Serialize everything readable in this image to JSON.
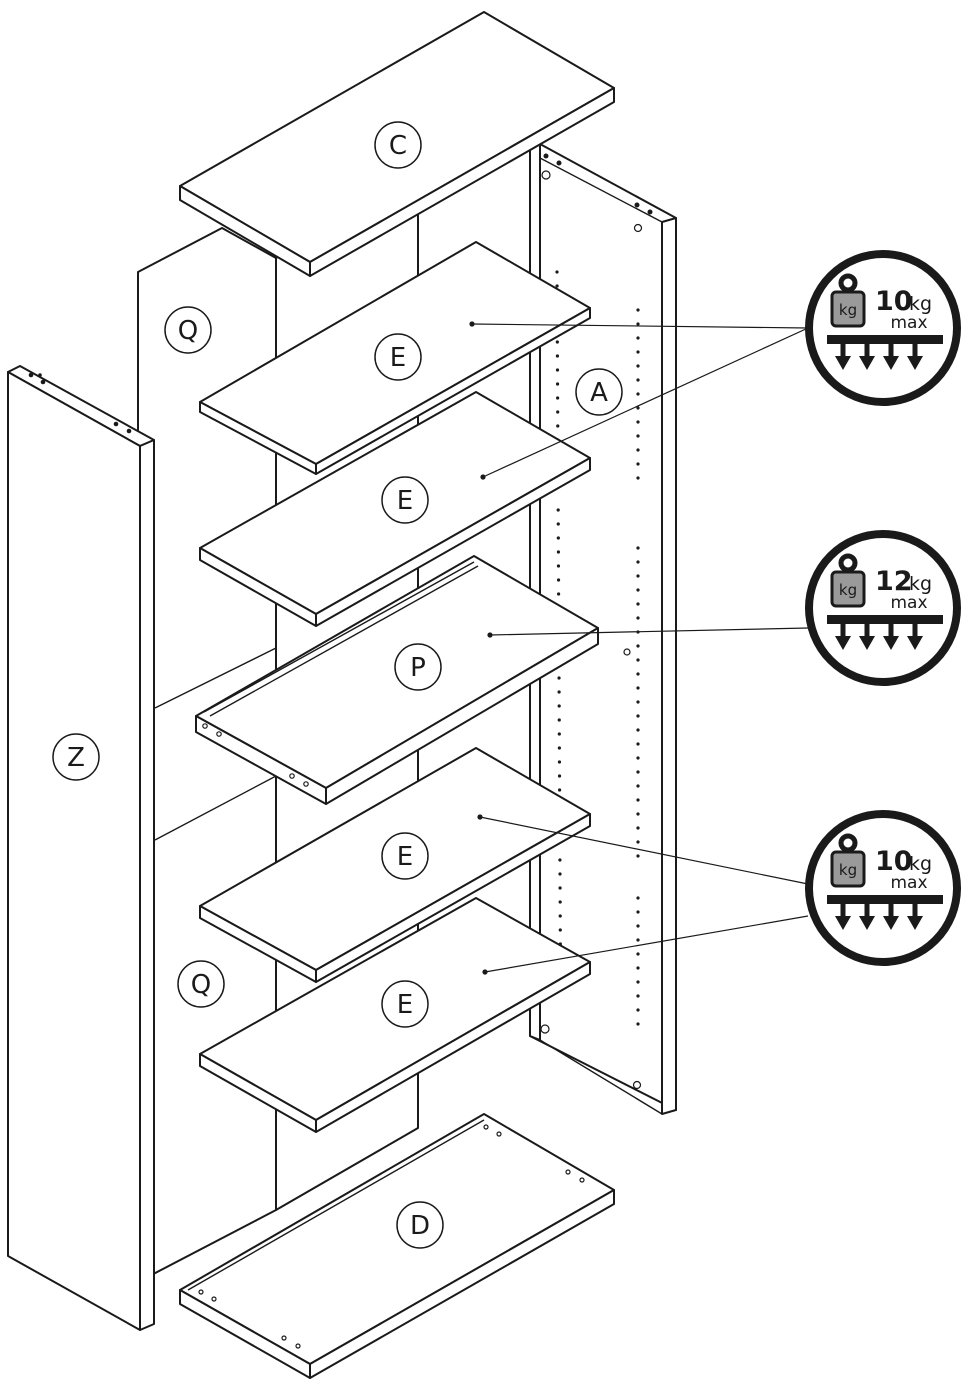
{
  "parts": {
    "C": "C",
    "Q_top": "Q",
    "E1": "E",
    "A": "A",
    "E2": "E",
    "P": "P",
    "Z": "Z",
    "E3": "E",
    "Q_bottom": "Q",
    "E4": "E",
    "D": "D"
  },
  "badges": [
    {
      "value": "10",
      "unit": "kg",
      "max": "max",
      "weight_label": "kg"
    },
    {
      "value": "12",
      "unit": "kg",
      "max": "max",
      "weight_label": "kg"
    },
    {
      "value": "10",
      "unit": "kg",
      "max": "max",
      "weight_label": "kg"
    }
  ],
  "colors": {
    "line": "#1a1a1a",
    "weight_fill": "#9a9a9a",
    "background": "#ffffff"
  },
  "icons": [
    "weight-icon",
    "downward-arrows-icon"
  ]
}
